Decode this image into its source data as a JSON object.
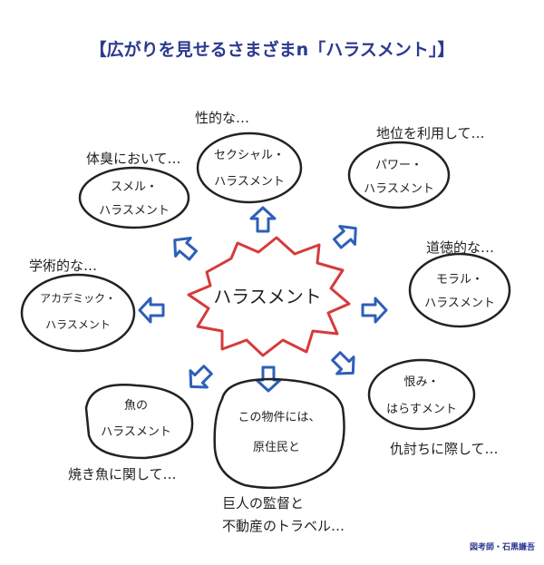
{
  "title": "【広がりを見せるさまざまn「ハラスメント」】",
  "center": "ハラスメント",
  "bubbles": [
    {
      "line1": "セクシャル・",
      "line2": "ハラスメント",
      "note": "性的な…"
    },
    {
      "line1": "パワー・",
      "line2": "ハラスメント",
      "note": "地位を利用して…"
    },
    {
      "line1": "モラル・",
      "line2": "ハラスメント",
      "note": "道徳的な…"
    },
    {
      "line1": "恨み・",
      "line2": "はらすメント",
      "note": "仇討ちに際して…"
    },
    {
      "line1": "この物件には、",
      "line2": "原住民と",
      "note1": "巨人の監督と",
      "note2": "不動産のトラベル…"
    },
    {
      "line1": "魚の",
      "line2": "ハラスメント",
      "note": "焼き魚に関して…"
    },
    {
      "line1": "アカデミック・",
      "line2": "ハラスメント",
      "note": "学術的な…"
    },
    {
      "line1": "スメル・",
      "line2": "ハラスメント",
      "note": "体臭において…"
    }
  ],
  "credit": "図考師・石黒謙吾",
  "colors": {
    "title": "#2b3a8f",
    "center": "#d63b3b",
    "arrow": "#2e5fb8",
    "ink": "#222222"
  }
}
